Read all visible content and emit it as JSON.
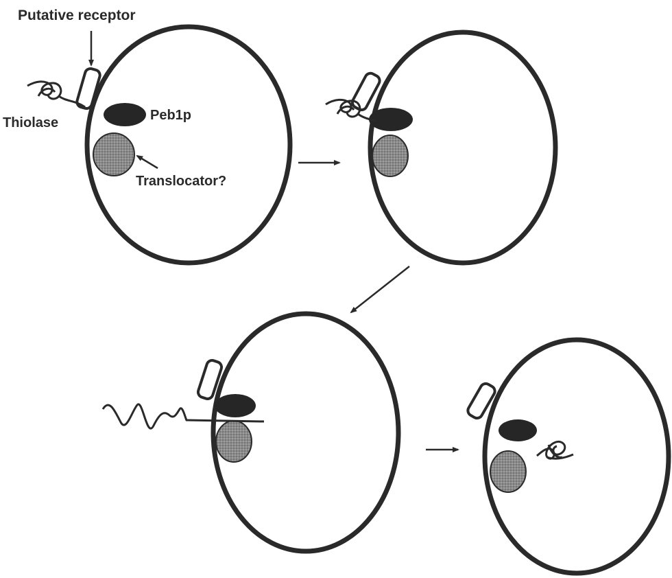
{
  "labels": {
    "putative_receptor": "Putative receptor",
    "thiolase": "Thiolase",
    "peb1p": "Peb1p",
    "translocator": "Translocator?"
  },
  "colors": {
    "outline": "#2a2a2a",
    "peb1p_fill": "#262626",
    "translocator_fill": "#8a8a8a",
    "background": "#ffffff"
  }
}
